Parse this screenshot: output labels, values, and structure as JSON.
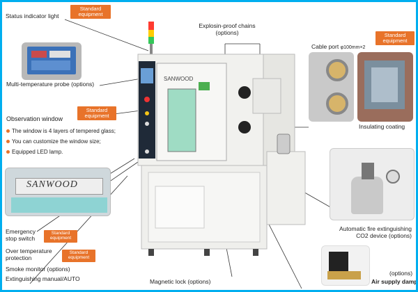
{
  "labels": {
    "status_light": "Status indicator light",
    "multi_probe": "Multi-temperature probe (options)",
    "observation_window": "Observation window",
    "obs_bullets": [
      "The window is 4 layers of tempered glass;",
      "You can customize the window size;",
      "Equipped LED lamp."
    ],
    "emergency_stop": "Emergency stop switch",
    "over_temp": "Over temperature protection",
    "smoke_monitor": "Smoke monitor (options)",
    "extinguishing": "Extinguishing manual/AUTO",
    "magnetic_lock": "Magnetic lock (options)",
    "explosion_chains": "Explosin-proof chains (options)",
    "cable_port": "Cable port",
    "cable_port_size": "φ100mm×2",
    "insulating": "Insulating coating",
    "fire_device": "Automatic fire extinguishing CO2 device (options)",
    "air_options": "(options)",
    "air_damper": "Air supply damper"
  },
  "badges": {
    "standard": "Standard equipment"
  },
  "brand": "SANWOOD",
  "colors": {
    "frame": "#00aeef",
    "badge": "#e8732a",
    "chamber": "#f1f1ee",
    "panel": "#1f2a38"
  }
}
